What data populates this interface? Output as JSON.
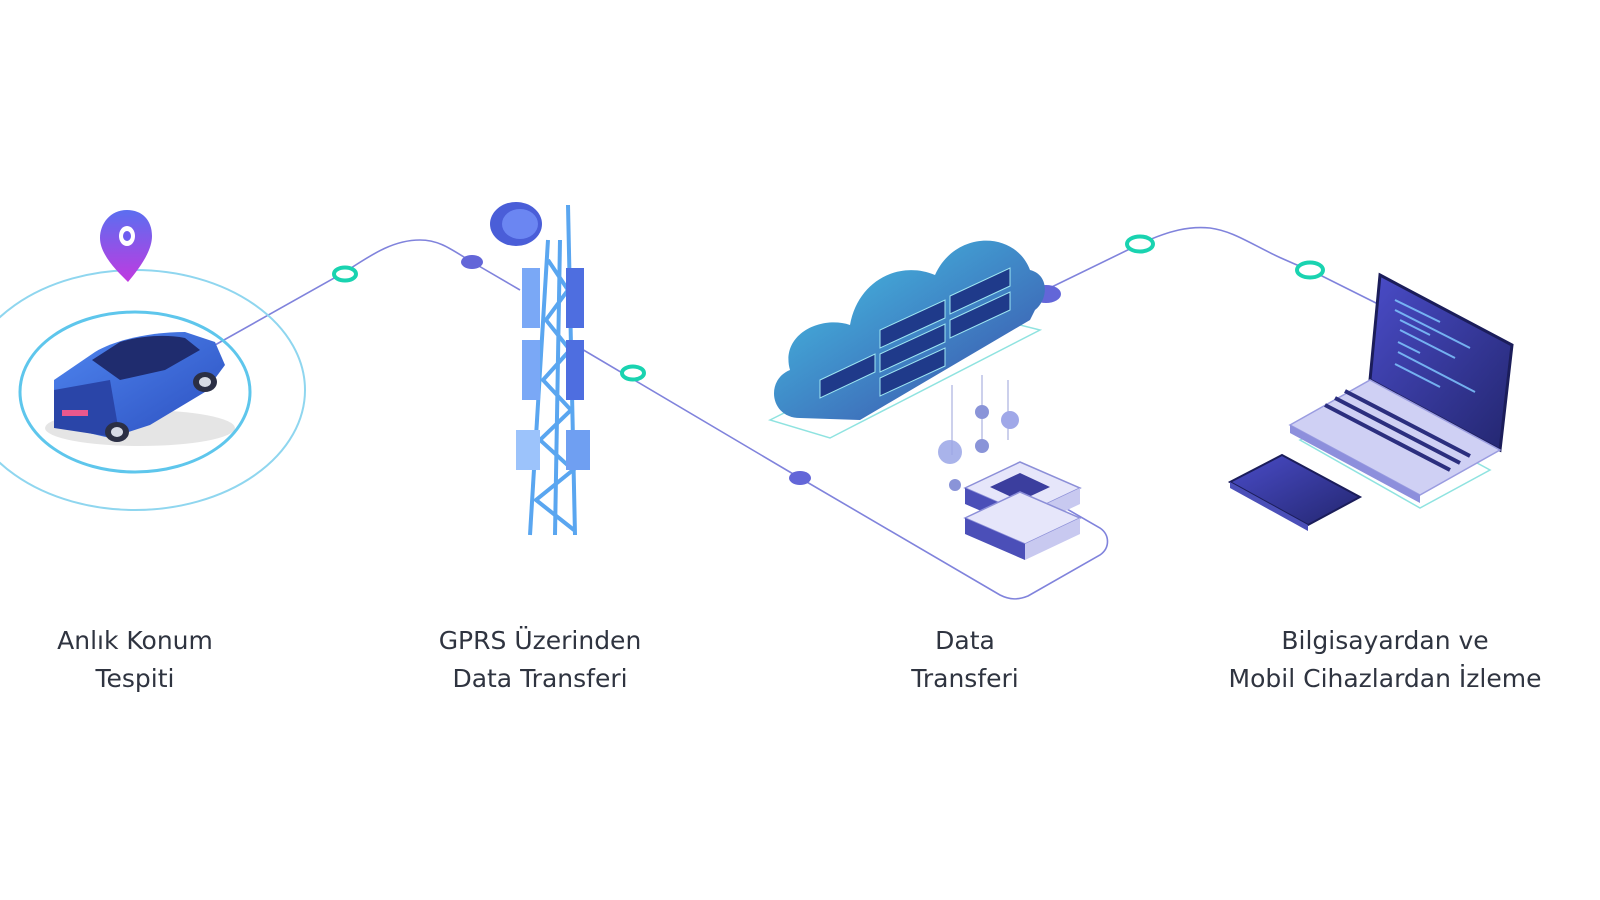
{
  "colors": {
    "line": "#7b7fe0",
    "node_teal": "#19d3b0",
    "node_violet": "#6366d8",
    "ring": "#5ec6ec",
    "car": "#3d6fe0",
    "tower": "#5aa6f0",
    "cloud": "#3aa7d6",
    "laptop": "#c9c9f2",
    "text": "#2f3440"
  },
  "steps": [
    {
      "icon": "car-with-location-pin-icon",
      "label_line1": "Anlık Konum",
      "label_line2": "Tespiti"
    },
    {
      "icon": "cell-tower-icon",
      "label_line1": "GPRS Üzerinden",
      "label_line2": "Data Transferi"
    },
    {
      "icon": "cloud-server-icon",
      "label_line1": "Data",
      "label_line2": "Transferi"
    },
    {
      "icon": "laptop-tablet-icon",
      "label_line1": "Bilgisayardan ve",
      "label_line2": "Mobil Cihazlardan İzleme"
    }
  ]
}
